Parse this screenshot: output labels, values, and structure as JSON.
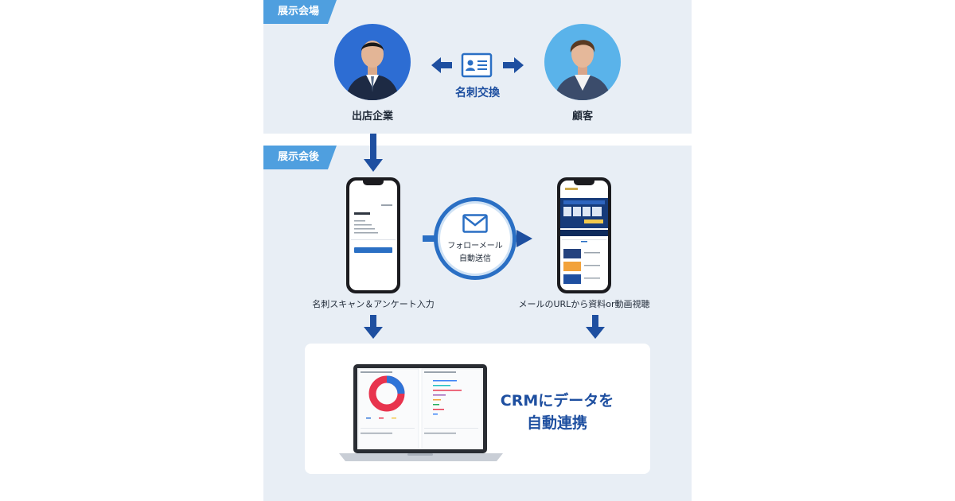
{
  "top_section": {
    "tag": "展示会場"
  },
  "bottom_section": {
    "tag": "展示会後"
  },
  "left_person": {
    "label": "出店企業"
  },
  "right_person": {
    "label": "顧客"
  },
  "exchange": {
    "label": "名刺交換",
    "icon": "business-card-icon"
  },
  "left_phone": {
    "caption": "名刺スキャン＆アンケート入力"
  },
  "right_phone": {
    "caption": "メールのURLから資料or動画視聴"
  },
  "follow_mail": {
    "line1": "フォローメール",
    "line2": "自動送信",
    "icon": "mail-icon"
  },
  "crm": {
    "line1": "CRMにデータを",
    "line2": "自動連携"
  },
  "colors": {
    "tag": "#4f9fdf",
    "arrow": "#1e4fa0",
    "accent": "#2a6fc4",
    "panel": "#e8eef5"
  }
}
